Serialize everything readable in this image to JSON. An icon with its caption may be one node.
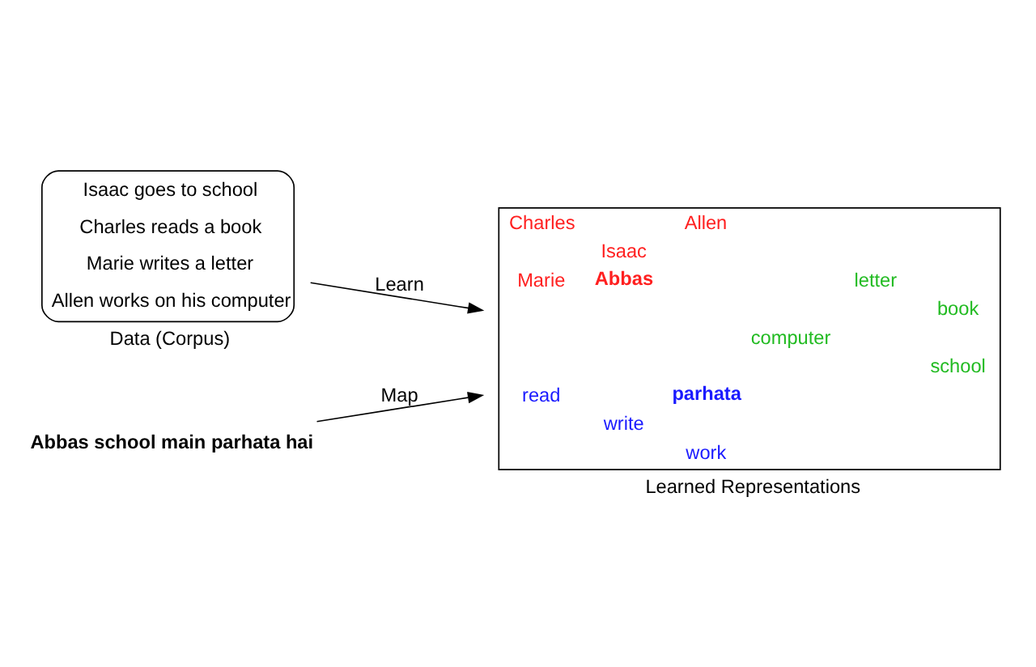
{
  "diagram": {
    "nodes": [
      {
        "text": [
          "Isaac goes to school",
          "Charles reads a book",
          "Marie writes a letter",
          "Allen works on his computer"
        ],
        "beside": [
          "Data (Corpus)"
        ]
      },
      {
        "text": [
          "Charles",
          "Allen",
          "Isaac",
          "Marie",
          "Abbas",
          "letter",
          "book",
          "computer",
          "school",
          "read",
          "write",
          "parhata",
          "work"
        ],
        "beside": [
          "Learned Representations"
        ]
      },
      {
        "text": [
          "Abbas school main parhata hai"
        ]
      }
    ],
    "edges": [
      {
        "from": 0,
        "to": 1,
        "arrow": "to",
        "label": "Learn"
      },
      {
        "from": 2,
        "to": 1,
        "arrow": "to",
        "label": "Map"
      }
    ]
  }
}
